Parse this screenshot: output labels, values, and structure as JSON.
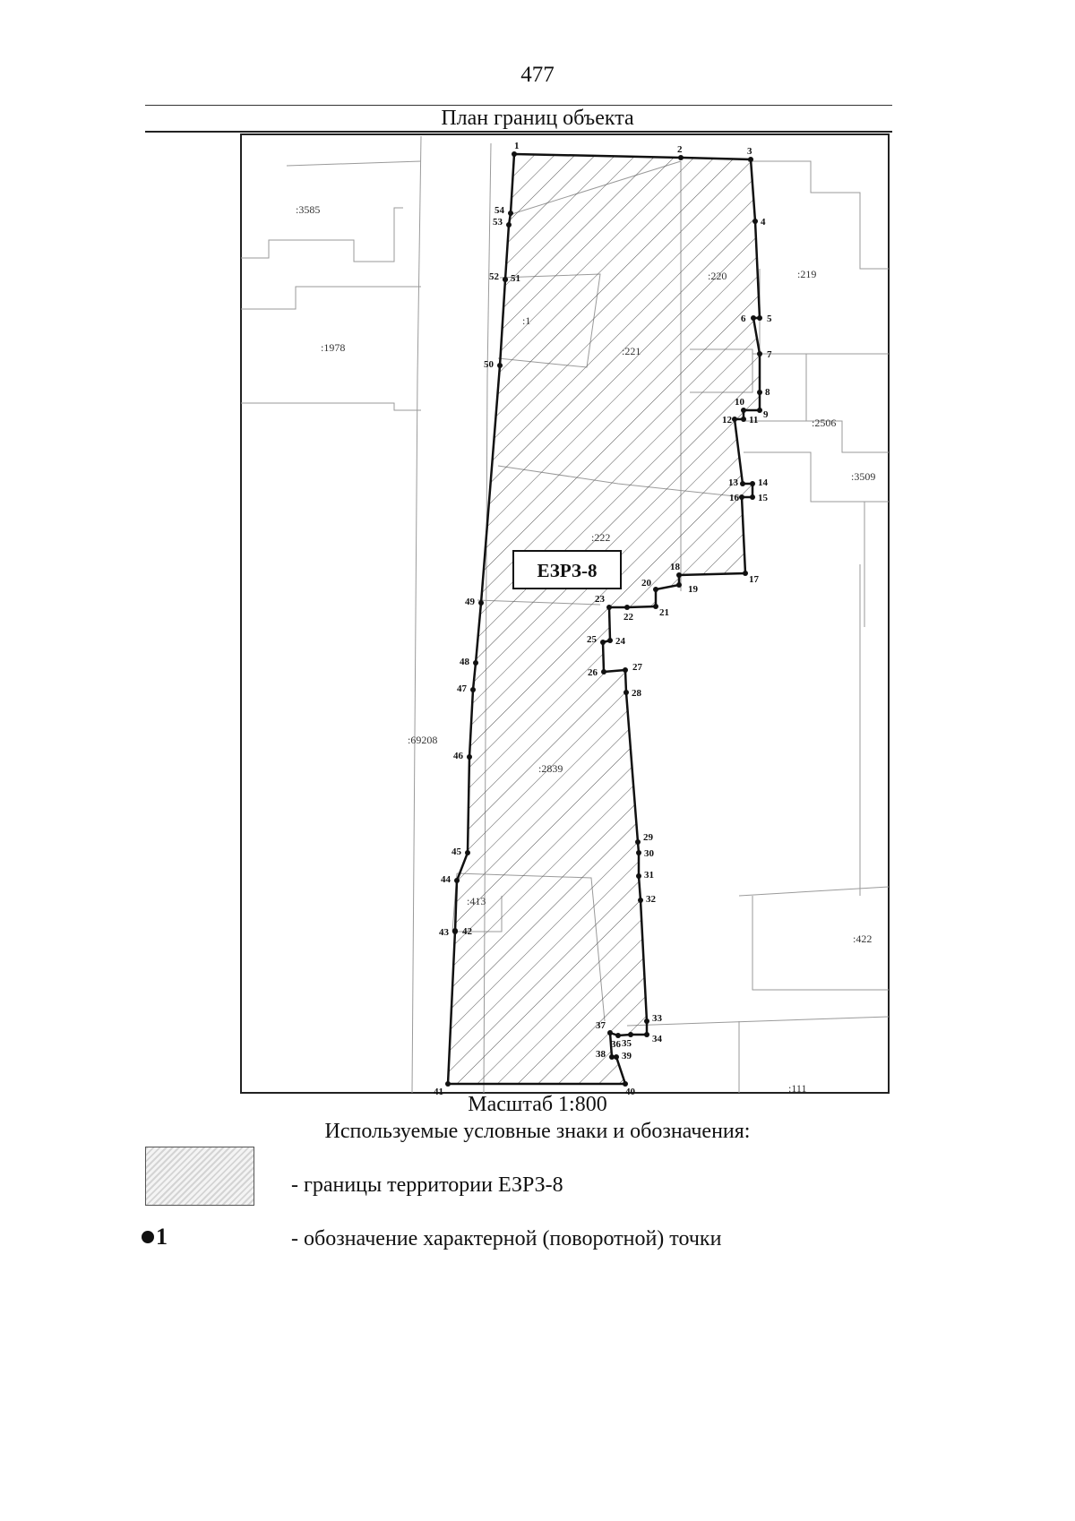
{
  "page_number": "477",
  "plan_title": "План границ объекта",
  "zone_label": "ЕЗРЗ-8",
  "scale": "Масштаб 1:800",
  "legend": {
    "title": "Используемые условные знаки и обозначения:",
    "boundary_text": "- границы территории ЕЗРЗ-8",
    "point_symbol": "1",
    "point_text": "- обозначение характерной (поворотной) точки"
  },
  "parcels": [
    ":3585",
    ":1978",
    ":219",
    ":220",
    ":1",
    ":221",
    ":2506",
    ":3509",
    ":222",
    ":69208",
    ":2839",
    ":413",
    ":422",
    ":111"
  ],
  "points": [
    "1",
    "2",
    "3",
    "4",
    "5",
    "6",
    "7",
    "8",
    "9",
    "10",
    "11",
    "12",
    "13",
    "14",
    "15",
    "16",
    "17",
    "18",
    "19",
    "20",
    "21",
    "22",
    "23",
    "24",
    "25",
    "26",
    "27",
    "28",
    "29",
    "30",
    "31",
    "32",
    "33",
    "34",
    "35",
    "36",
    "37",
    "38",
    "39",
    "40",
    "41",
    "42",
    "43",
    "44",
    "45",
    "46",
    "47",
    "48",
    "49",
    "50",
    "51",
    "52",
    "53",
    "54"
  ]
}
